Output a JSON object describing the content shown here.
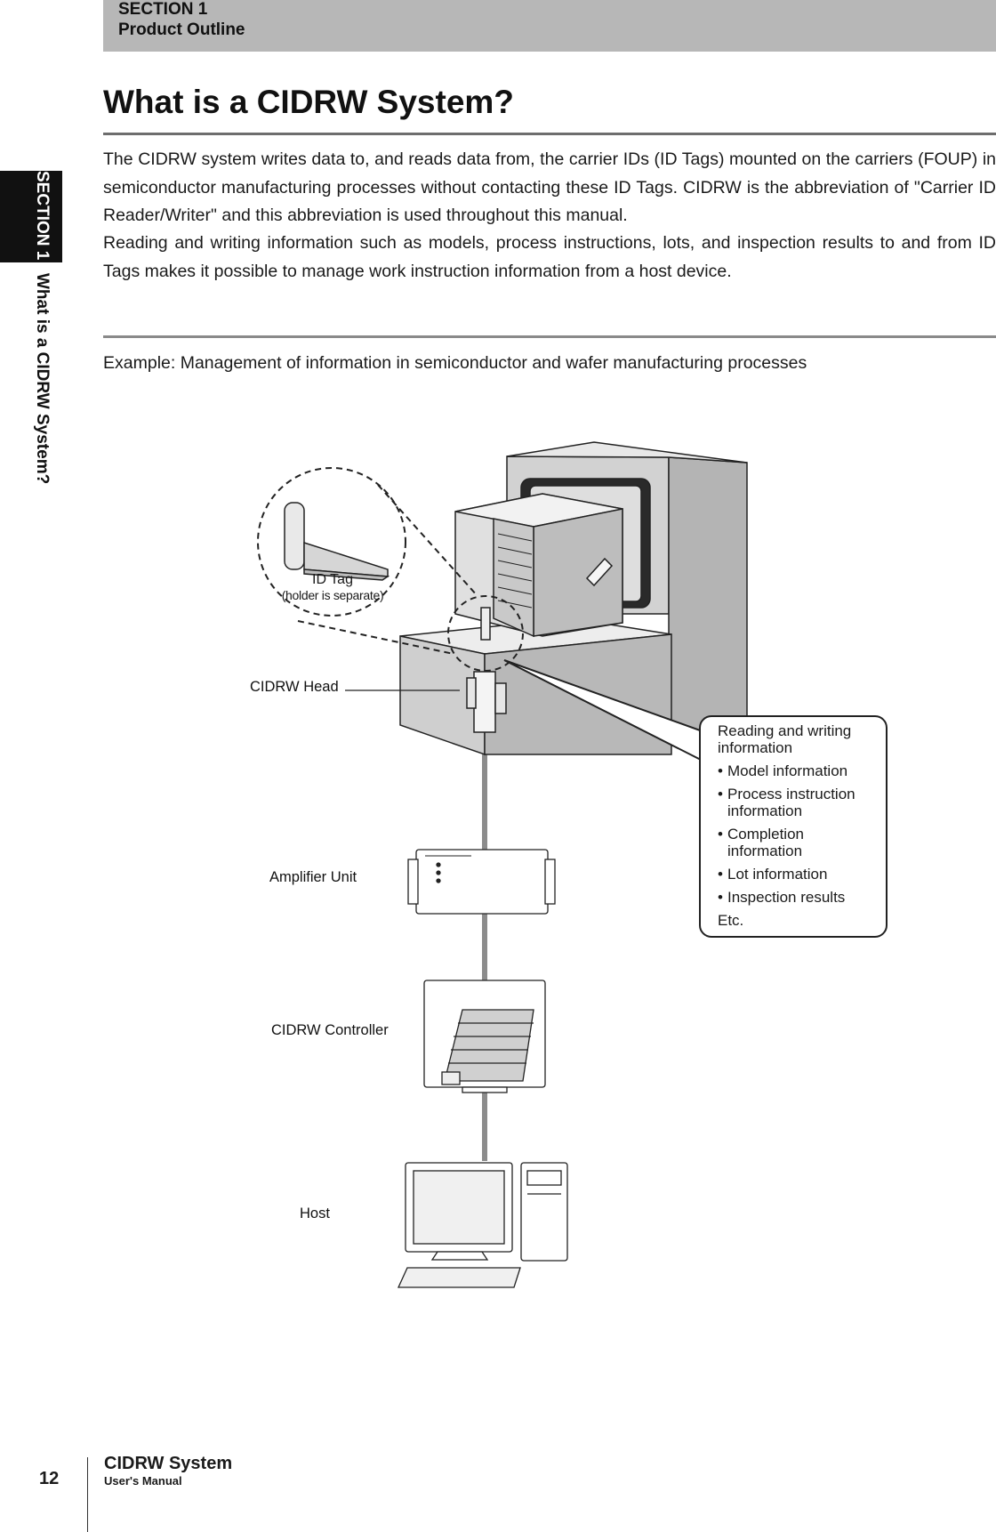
{
  "header": {
    "section": "SECTION 1",
    "subtitle": "Product Outline"
  },
  "side_tab": {
    "section": "SECTION 1",
    "topic": "What is a CIDRW System?"
  },
  "title": "What is a CIDRW System?",
  "paragraphs": [
    "The CIDRW system writes data to, and reads data from, the carrier IDs (ID Tags) mounted on the carriers (FOUP) in semiconductor manufacturing processes without contacting these ID Tags.  CIDRW is the abbreviation of \"Carrier ID Reader/Writer\" and this abbreviation is used throughout this manual.",
    "Reading and writing information such as models, process instructions, lots, and inspection results to and from ID Tags makes it possible to manage work instruction information from a host device."
  ],
  "example": "Example:  Management of information in semiconductor and wafer manufacturing processes",
  "diagram": {
    "id_tag": "ID Tag",
    "id_tag_note": "(holder is separate)",
    "head": "CIDRW Head",
    "amplifier": "Amplifier Unit",
    "controller": "CIDRW Controller",
    "host": "Host",
    "callout": {
      "title": "Reading and writing information",
      "items": [
        "Model information",
        "Process instruction information",
        "Completion information",
        "Lot information",
        "Inspection results"
      ],
      "etc": "Etc."
    }
  },
  "footer": {
    "page": "12",
    "title": "CIDRW System",
    "subtitle": "User's Manual"
  }
}
